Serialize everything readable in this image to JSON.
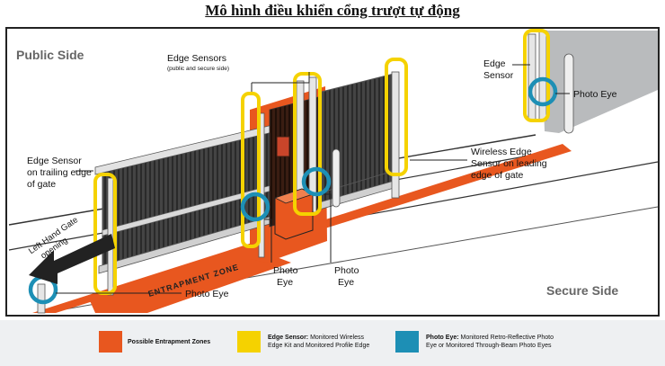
{
  "title": "Mô hình điều khiển cổng trượt tự động",
  "zones": {
    "public": "Public Side",
    "secure": "Secure Side"
  },
  "labels": {
    "edge_sensors": "Edge Sensors",
    "edge_sensors_sub": "(public and secure side)",
    "edge_sensor_right_1": "Edge",
    "edge_sensor_right_2": "Sensor",
    "photo_eye_right": "Photo Eye",
    "edge_trailing_1": "Edge Sensor",
    "edge_trailing_2": "on trailing edge",
    "edge_trailing_3": "of gate",
    "wireless_1": "Wireless Edge",
    "wireless_2": "Sensor on leading",
    "wireless_3": "edge of gate",
    "left_hand_1": "Left Hand Gate",
    "left_hand_2": "opening",
    "entrapment_zone": "ENTRAPMENT ZONE",
    "photo_bottom_left": "Photo Eye",
    "photo_mid_1_a": "Photo",
    "photo_mid_1_b": "Eye",
    "photo_mid_2_a": "Photo",
    "photo_mid_2_b": "Eye"
  },
  "legend": {
    "entrapment": "Possible Entrapment Zones",
    "edge_title": "Edge Sensor:",
    "edge_desc_1": " Monitored Wireless",
    "edge_desc_2": "Edge Kit and Monitored Profile Edge",
    "photo_title": "Photo Eye:",
    "photo_desc_1": " Monitored Retro-Reflective Photo",
    "photo_desc_2": "Eye or Monitored Through-Beam Photo Eyes"
  },
  "colors": {
    "entrapment": "#e8571f",
    "edge_sensor": "#f5d200",
    "photo_eye": "#1d8fb5",
    "secure_wall": "#b9bbbd"
  }
}
